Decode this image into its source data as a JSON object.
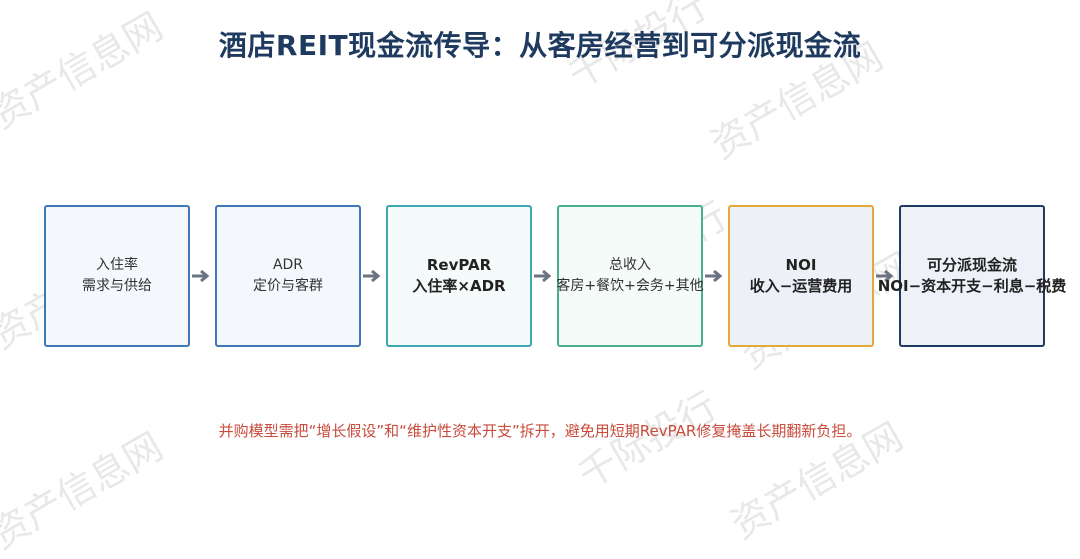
{
  "title": "酒店REIT现金流传导：从客房经营到可分派现金流",
  "boxes": [
    {
      "line1": "入住率",
      "line2": "需求与供给"
    },
    {
      "line1": "ADR",
      "line2": "定价与客群"
    },
    {
      "line1": "RevPAR",
      "line2": "入住率×ADR"
    },
    {
      "line1": "总收入",
      "line2": "客房+餐饮+会务+其他"
    },
    {
      "line1": "NOI",
      "line2": "收入−运营费用"
    },
    {
      "line1": "可分派现金流",
      "line2": "NOI−资本开支−利息−税费"
    }
  ],
  "note": "并购模型需把“增长假设”和“维护性资本开支”拆开，避免用短期RevPAR修复掩盖长期翻新负担。",
  "watermark": {
    "a": "千际投行",
    "b": "资产信息网"
  },
  "colors": {
    "title": "#1e3a5f",
    "arrow": "#6b7280",
    "note": "#c84b3c"
  }
}
